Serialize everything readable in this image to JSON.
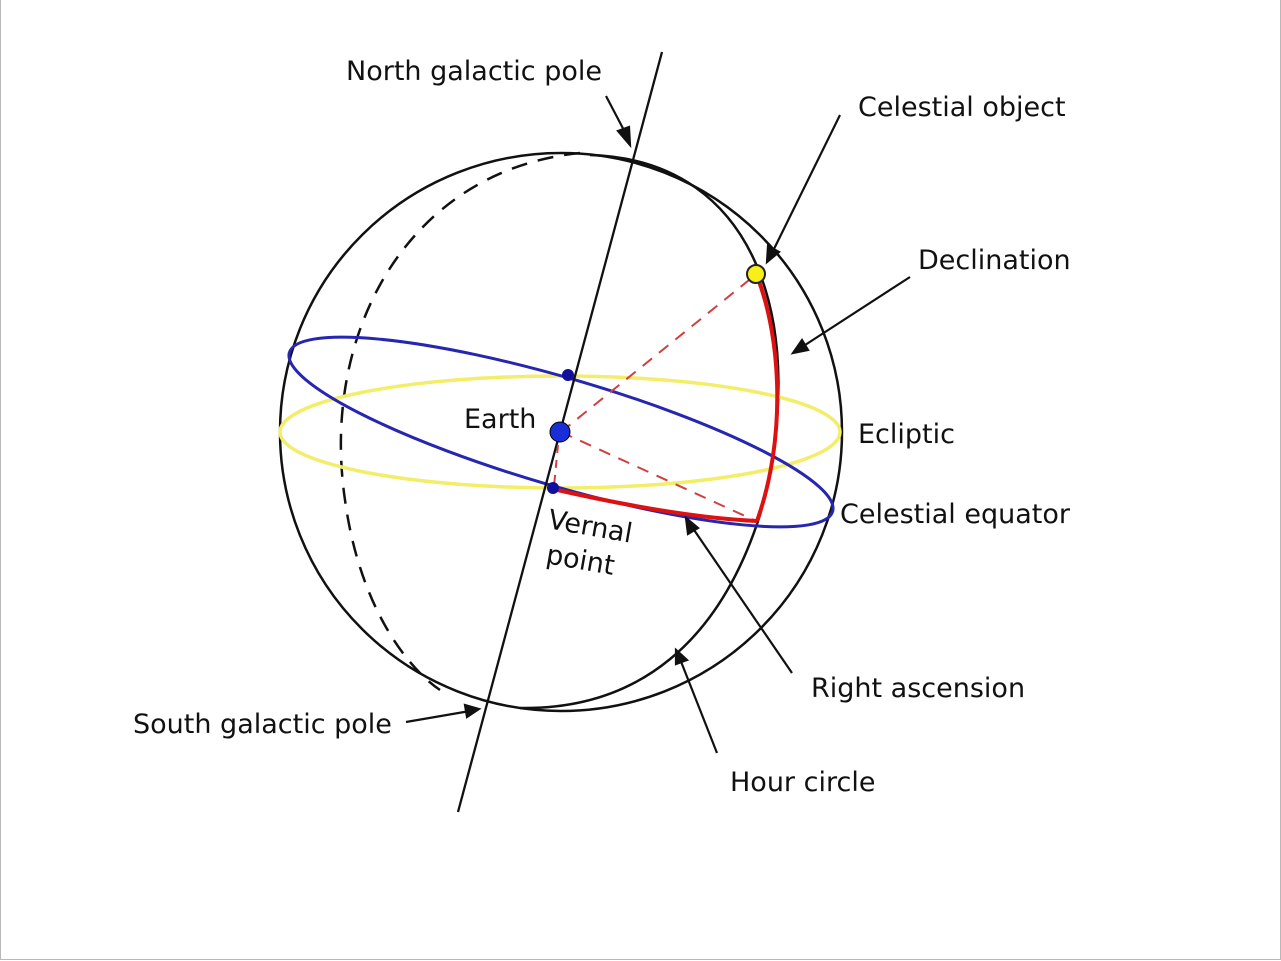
{
  "labels": {
    "north_pole": "North galactic pole",
    "celestial_object": "Celestial object",
    "declination": "Declination",
    "earth": "Earth",
    "ecliptic": "Ecliptic",
    "celestial_equator": "Celestial equator",
    "vernal_line1": "Vernal",
    "vernal_line2": "point",
    "right_ascension": "Right ascension",
    "south_pole": "South galactic pole",
    "hour_circle": "Hour circle"
  },
  "colors": {
    "outline": "#111111",
    "equator": "#2626b0",
    "ecliptic": "#f2ee6a",
    "arc": "#dd1111",
    "object": "#f7ee1a",
    "node": "#1010a0",
    "earth": "#1a2ed8"
  }
}
